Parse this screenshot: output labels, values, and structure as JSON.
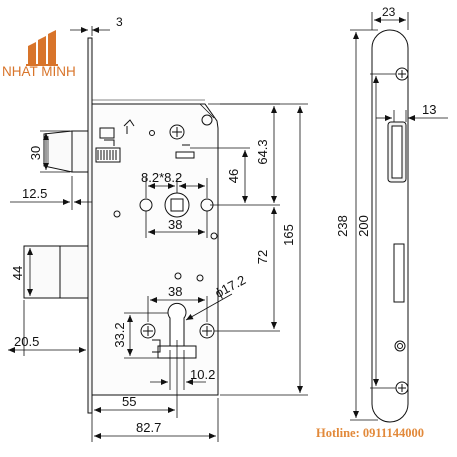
{
  "brand": {
    "name": "NHAT MINH",
    "logo_icon": "building-columns-logo",
    "color": "#d8742a"
  },
  "hotline": {
    "text": "Hotline: 0911144000",
    "color": "#e2893a"
  },
  "dimensions": {
    "faceplate_thickness": "3",
    "latch_height": "30",
    "latch_projection": "12.5",
    "deadbolt_height": "44",
    "deadbolt_projection": "20.5",
    "handle_spacing": "8.2*8.2",
    "latch_to_handle": "46",
    "top_to_handle": "64.3",
    "handle_horizontal": "38",
    "body_height": "165",
    "handle_to_cylinder": "72",
    "cylinder_diameter": "ϕ17.2",
    "cylinder_screw_spacing": "38",
    "cylinder_height": "33.2",
    "cylinder_offset": "10.2",
    "backset": "55",
    "body_depth": "82.7",
    "faceplate_width": "23",
    "faceplate_edge": "13",
    "faceplate_length": "238",
    "faceplate_screw_spacing": "200"
  }
}
